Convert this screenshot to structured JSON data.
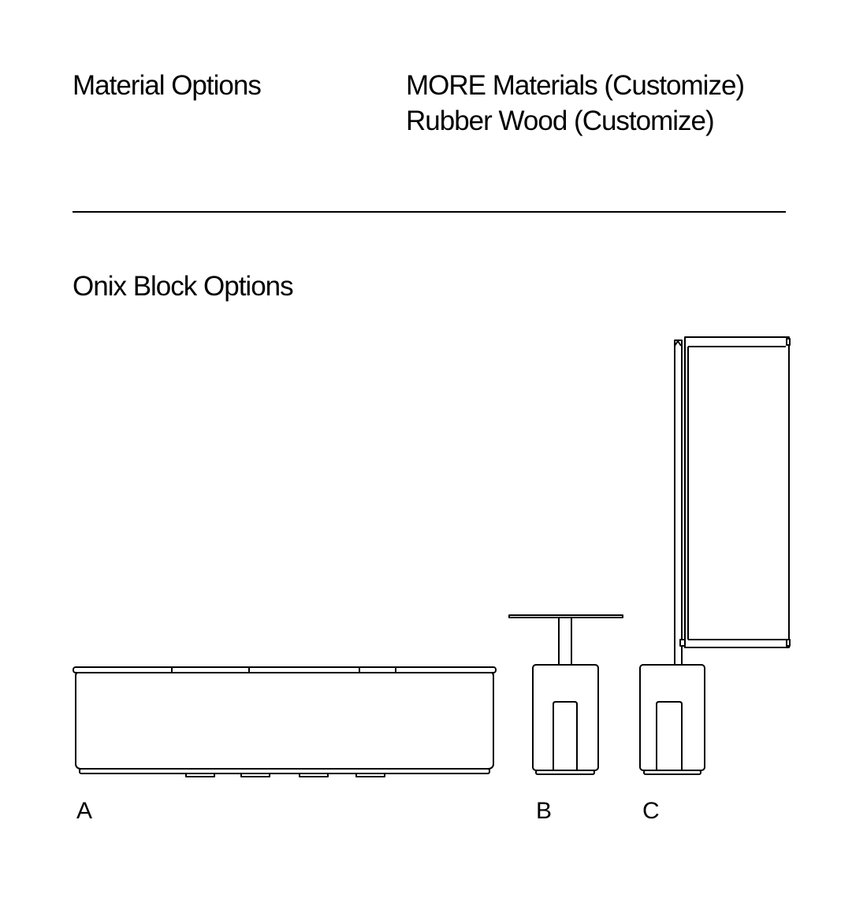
{
  "material": {
    "title": "Material Options",
    "options": [
      "MORE Materials (Customize)",
      "Rubber Wood  (Customize)"
    ]
  },
  "onix": {
    "title": "Onix Block Options",
    "labels": [
      "A",
      "B",
      "C"
    ]
  }
}
